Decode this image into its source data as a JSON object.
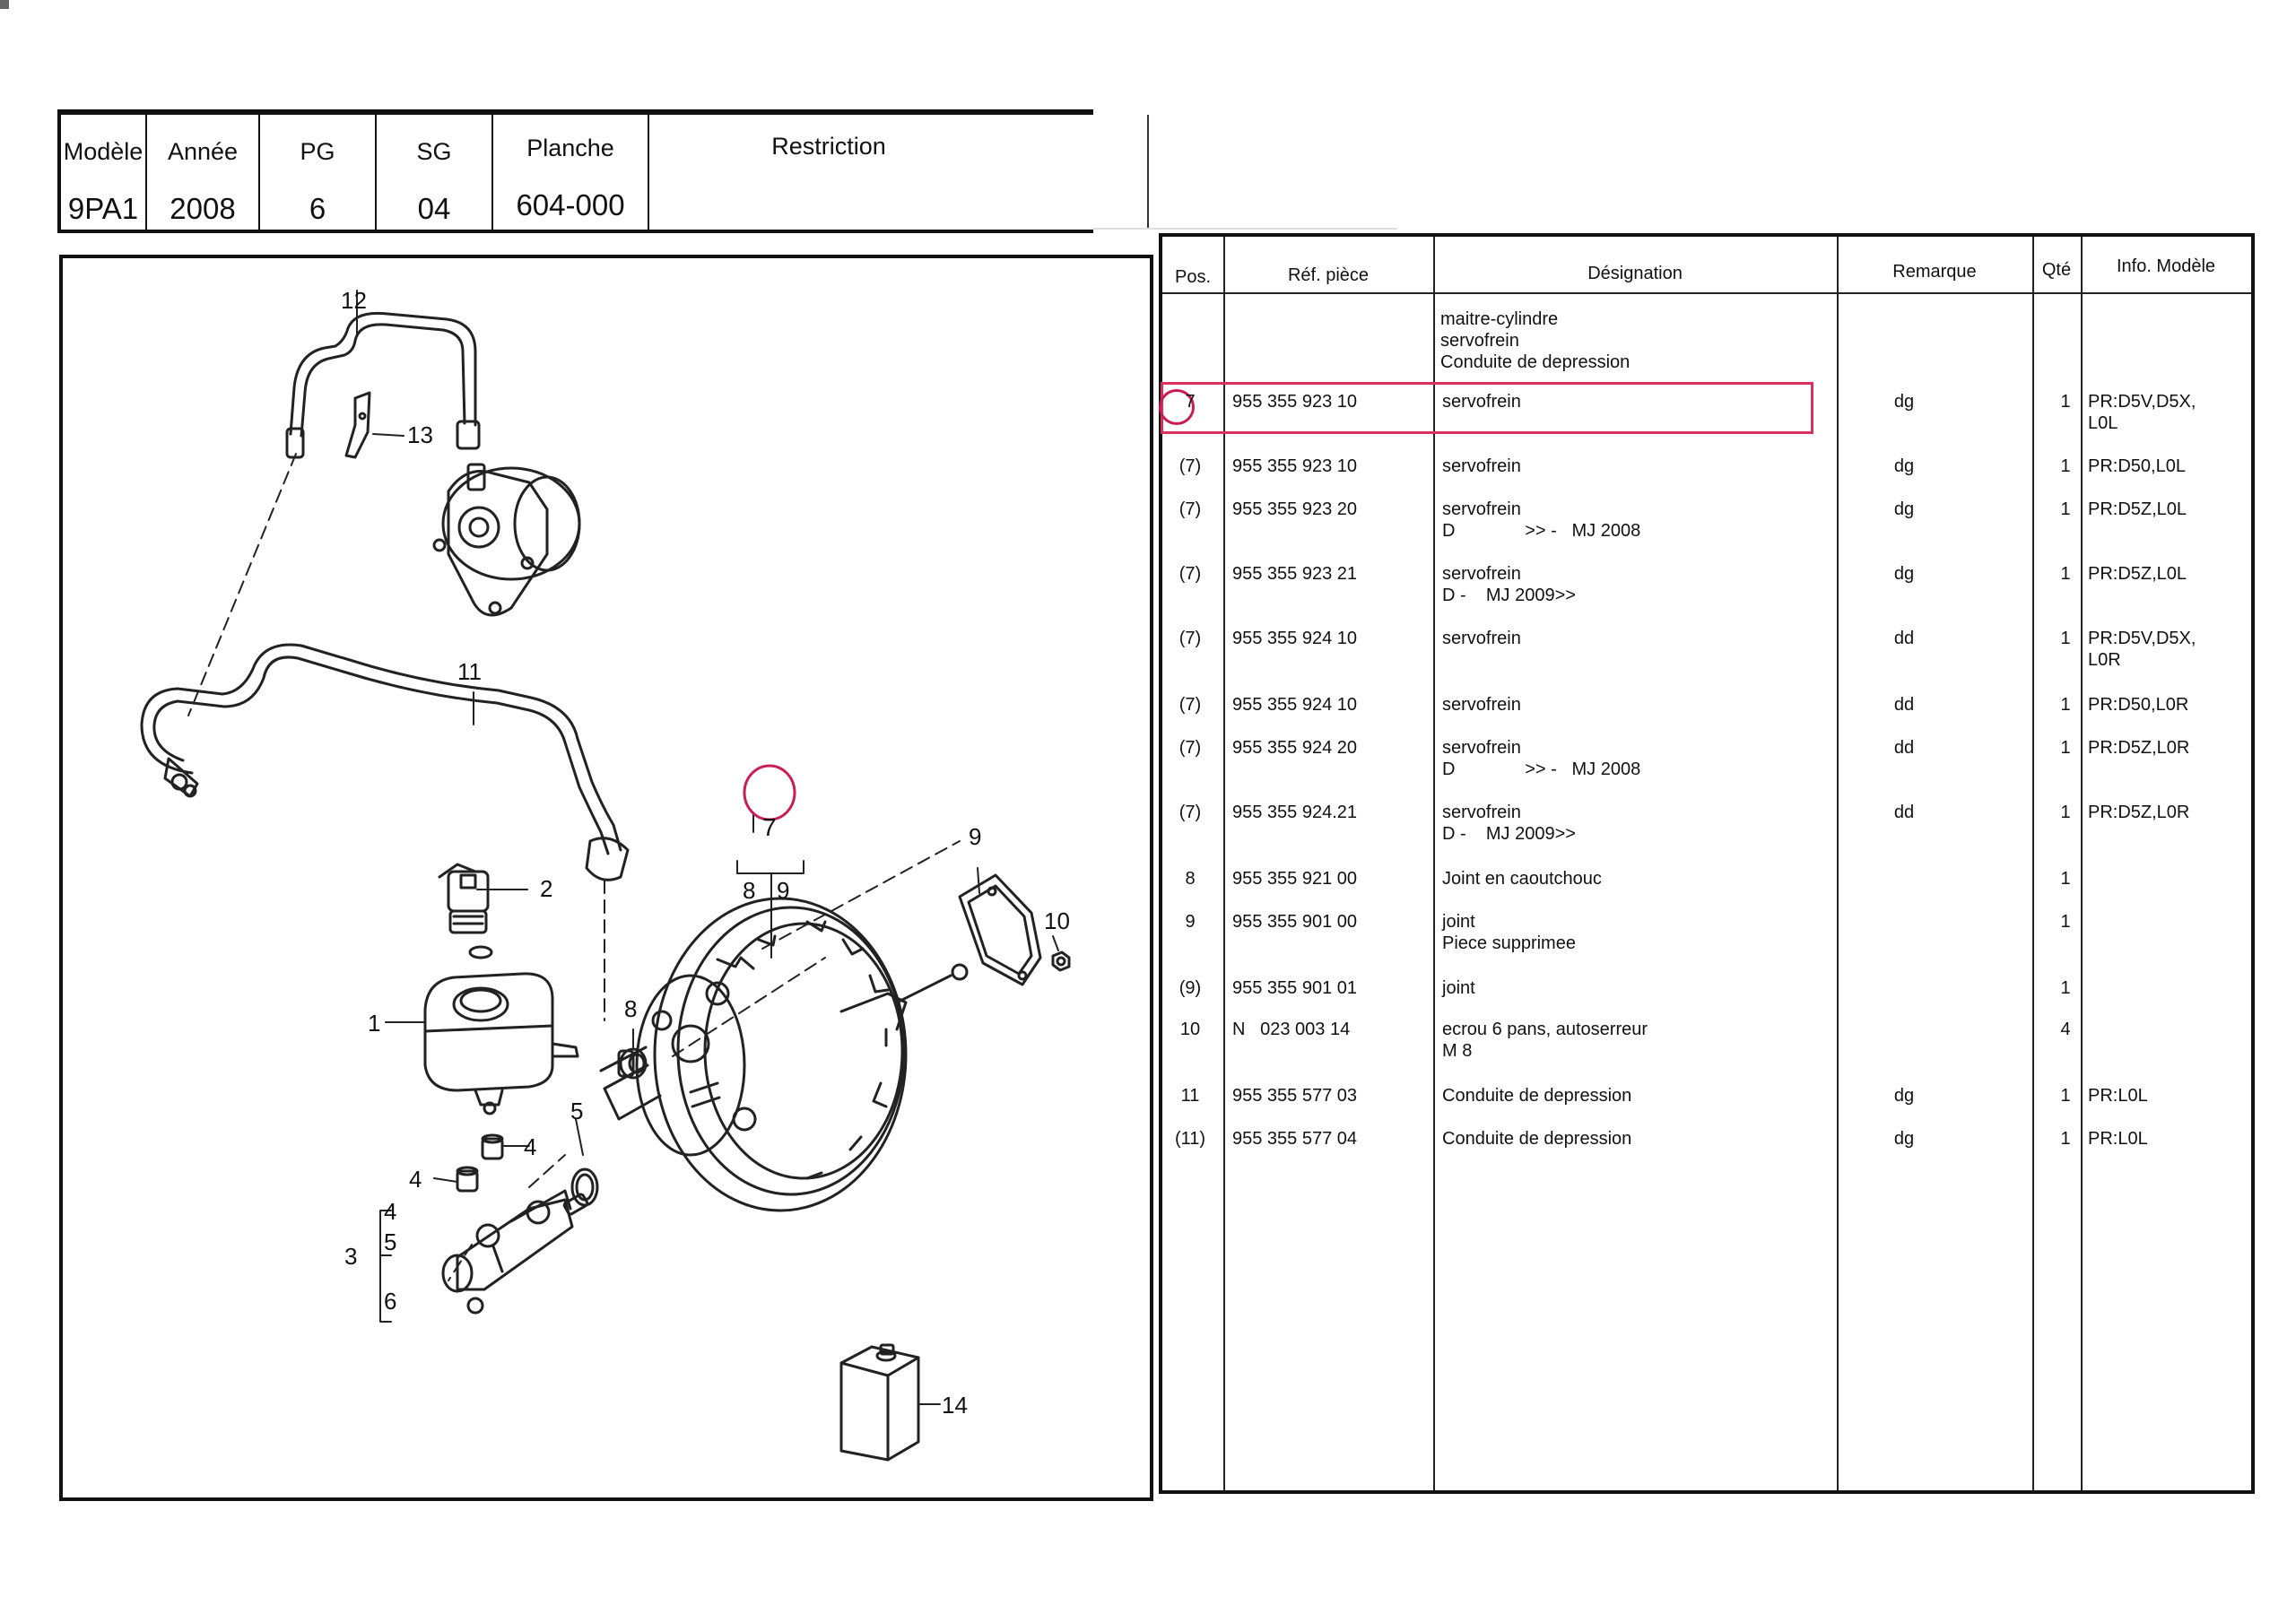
{
  "header": {
    "columns": [
      {
        "label": "Modèle",
        "value": "9PA1"
      },
      {
        "label": "Année",
        "value": "2008"
      },
      {
        "label": "PG",
        "value": "6"
      },
      {
        "label": "SG",
        "value": "04"
      },
      {
        "label": "Planche",
        "value": "604-000"
      },
      {
        "label": "Restriction",
        "value": ""
      }
    ]
  },
  "diagram": {
    "callouts": [
      "12",
      "13",
      "11",
      "2",
      "1",
      "4",
      "4",
      "4",
      "5",
      "3",
      "5",
      "6",
      "7",
      "8",
      "9",
      "9",
      "10",
      "8",
      "14"
    ]
  },
  "parts_table": {
    "headers": {
      "pos": "Pos.",
      "ref": "Réf. pièce",
      "designation": "Désignation",
      "remarque": "Remarque",
      "qty": "Qté",
      "info": "Info. Modèle"
    },
    "intro_lines": [
      "maitre-cylindre",
      "servofrein",
      "Conduite de depression"
    ],
    "rows": [
      {
        "pos": "7",
        "ref": "955 355 923 10",
        "designation": "servofrein",
        "remarque": "dg",
        "qty": "1",
        "info": "PR:D5V,D5X,\nL0L"
      },
      {
        "pos": "(7)",
        "ref": "955 355 923 10",
        "designation": "servofrein",
        "remarque": "dg",
        "qty": "1",
        "info": "PR:D50,L0L"
      },
      {
        "pos": "(7)",
        "ref": "955 355 923 20",
        "designation": "servofrein\nD              >> -   MJ 2008",
        "remarque": "dg",
        "qty": "1",
        "info": "PR:D5Z,L0L"
      },
      {
        "pos": "(7)",
        "ref": "955 355 923 21",
        "designation": "servofrein\nD -    MJ 2009>>",
        "remarque": "dg",
        "qty": "1",
        "info": "PR:D5Z,L0L"
      },
      {
        "pos": "(7)",
        "ref": "955 355 924 10",
        "designation": "servofrein",
        "remarque": "dd",
        "qty": "1",
        "info": "PR:D5V,D5X,\nL0R"
      },
      {
        "pos": "(7)",
        "ref": "955 355 924 10",
        "designation": "servofrein",
        "remarque": "dd",
        "qty": "1",
        "info": "PR:D50,L0R"
      },
      {
        "pos": "(7)",
        "ref": "955 355 924 20",
        "designation": "servofrein\nD              >> -   MJ 2008",
        "remarque": "dd",
        "qty": "1",
        "info": "PR:D5Z,L0R"
      },
      {
        "pos": "(7)",
        "ref": "955 355 924.21",
        "designation": "servofrein\nD -    MJ 2009>>",
        "remarque": "dd",
        "qty": "1",
        "info": "PR:D5Z,L0R"
      },
      {
        "pos": "8",
        "ref": "955 355 921 00",
        "designation": "Joint en caoutchouc",
        "remarque": "",
        "qty": "1",
        "info": ""
      },
      {
        "pos": "9",
        "ref": "955 355 901 00",
        "designation": "joint\nPiece supprimee",
        "remarque": "",
        "qty": "1",
        "info": ""
      },
      {
        "pos": "(9)",
        "ref": "955 355 901 01",
        "designation": "joint",
        "remarque": "",
        "qty": "1",
        "info": ""
      },
      {
        "pos": "10",
        "ref": "N   023 003 14",
        "designation": "ecrou 6 pans, autoserreur\nM 8",
        "remarque": "",
        "qty": "4",
        "info": ""
      },
      {
        "pos": "11",
        "ref": "955 355 577 03",
        "designation": "Conduite de depression",
        "remarque": "dg",
        "qty": "1",
        "info": "PR:L0L"
      },
      {
        "pos": "(11)",
        "ref": "955 355 577 04",
        "designation": "Conduite de depression",
        "remarque": "dg",
        "qty": "1",
        "info": "PR:L0L"
      }
    ]
  },
  "highlight_color": "#d8325c"
}
